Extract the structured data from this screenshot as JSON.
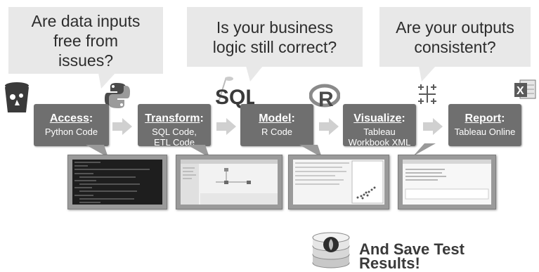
{
  "bubbles": [
    {
      "text": "Are data inputs free from issues?"
    },
    {
      "text": "Is your business logic still correct?"
    },
    {
      "text": "Are your outputs consistent?"
    }
  ],
  "steps": [
    {
      "title": "Access",
      "colon": ":",
      "subtitle": "Python Code"
    },
    {
      "title": "Transform",
      "colon": ":",
      "subtitle": "SQL Code, ETL Code"
    },
    {
      "title": "Model",
      "colon": ":",
      "subtitle": "R Code"
    },
    {
      "title": "Visualize",
      "colon": ":",
      "subtitle": "Tableau Workbook XML"
    },
    {
      "title": "Report",
      "colon": ":",
      "subtitle": "Tableau Online"
    }
  ],
  "icons": {
    "sql_label": "SQL",
    "r_label": "R",
    "excel_label": "X"
  },
  "footer": {
    "save_line1": "And Save Test",
    "save_line2": "Results!"
  },
  "colors": {
    "step_box": "#6f6f6f",
    "bubble": "#e8e8e8",
    "arrow": "#d0d0d0"
  }
}
